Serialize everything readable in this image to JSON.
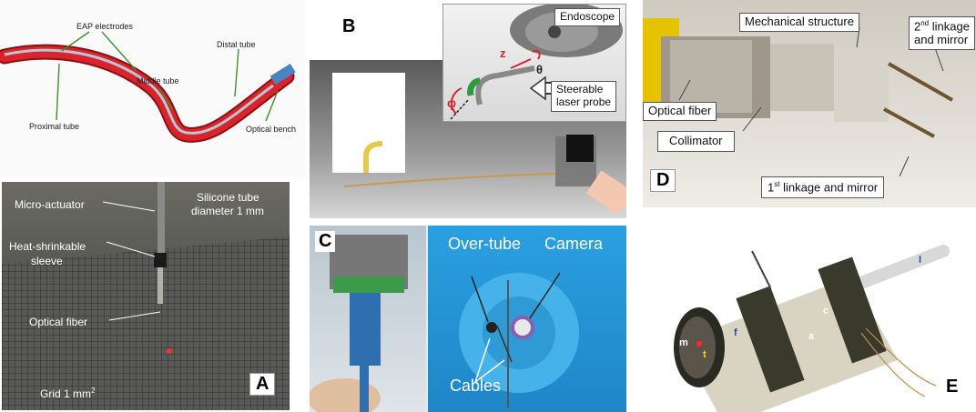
{
  "panelA_top": {
    "eap_electrodes": "EAP electrodes",
    "distal_tube": "Distal tube",
    "middle_tube": "Middle tube",
    "proximal_tube": "Proximal tube",
    "optical_bench": "Optical bench"
  },
  "panelA_bottom": {
    "micro_actuator": "Micro-actuator",
    "silicone_tube_1": "Silicone tube",
    "silicone_tube_2": "diameter 1 mm",
    "heat_shrink_1": "Heat-shrinkable",
    "heat_shrink_2": "sleeve",
    "optical_fiber": "Optical fiber",
    "grid": "Grid 1 mm",
    "grid_sup": "2",
    "letter": "A"
  },
  "panelB": {
    "letter": "B",
    "endoscope": "Endoscope",
    "z": "z",
    "theta": "θ",
    "phi": "φ",
    "steerable_1": "Steerable",
    "steerable_2": "laser probe"
  },
  "panelC": {
    "letter": "C",
    "over_tube": "Over-tube",
    "camera": "Camera",
    "cables": "Cables"
  },
  "panelD": {
    "letter": "D",
    "mechanical_structure": "Mechanical structure",
    "second_linkage_sup": "nd",
    "second_linkage_pre": "2",
    "second_linkage_post": " linkage",
    "and_mirror": "and mirror",
    "optical_fiber": "Optical fiber",
    "collimator": "Collimator",
    "first_linkage_pre": "1",
    "first_linkage_sup": "st",
    "first_linkage_post": " linkage and mirror"
  },
  "panelE": {
    "letter": "E",
    "l": "l",
    "c": "c",
    "f": "f",
    "a": "a",
    "m": "m",
    "t": "t"
  },
  "colors": {
    "tube_red": "#d8242a",
    "grid_bg": "#3a3a3a",
    "blue_part": "#3aa7e0",
    "metal": "#b9b4a8"
  }
}
